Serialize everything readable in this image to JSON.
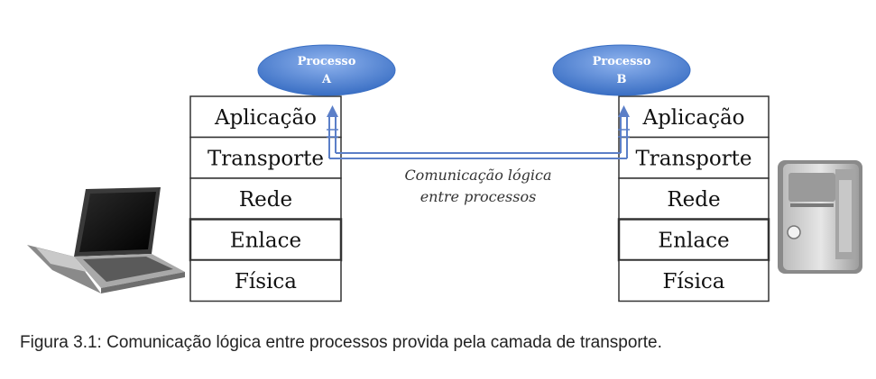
{
  "left_stack": {
    "process": [
      "Processo",
      "A"
    ],
    "layers": [
      "Aplicação",
      "Transporte",
      "Rede",
      "Enlace",
      "Física"
    ]
  },
  "right_stack": {
    "process": [
      "Processo",
      "B"
    ],
    "layers": [
      "Aplicação",
      "Transporte",
      "Rede",
      "Enlace",
      "Física"
    ]
  },
  "logical_link": {
    "lines": [
      "Comunicação lógica",
      "entre processos"
    ]
  },
  "caption": "Figura 3.1: Comunicação lógica entre processos provida pela camada de transporte.",
  "colors": {
    "ellipse": "#4f86d6",
    "link": "#5b7fc8",
    "border": "#333333"
  }
}
